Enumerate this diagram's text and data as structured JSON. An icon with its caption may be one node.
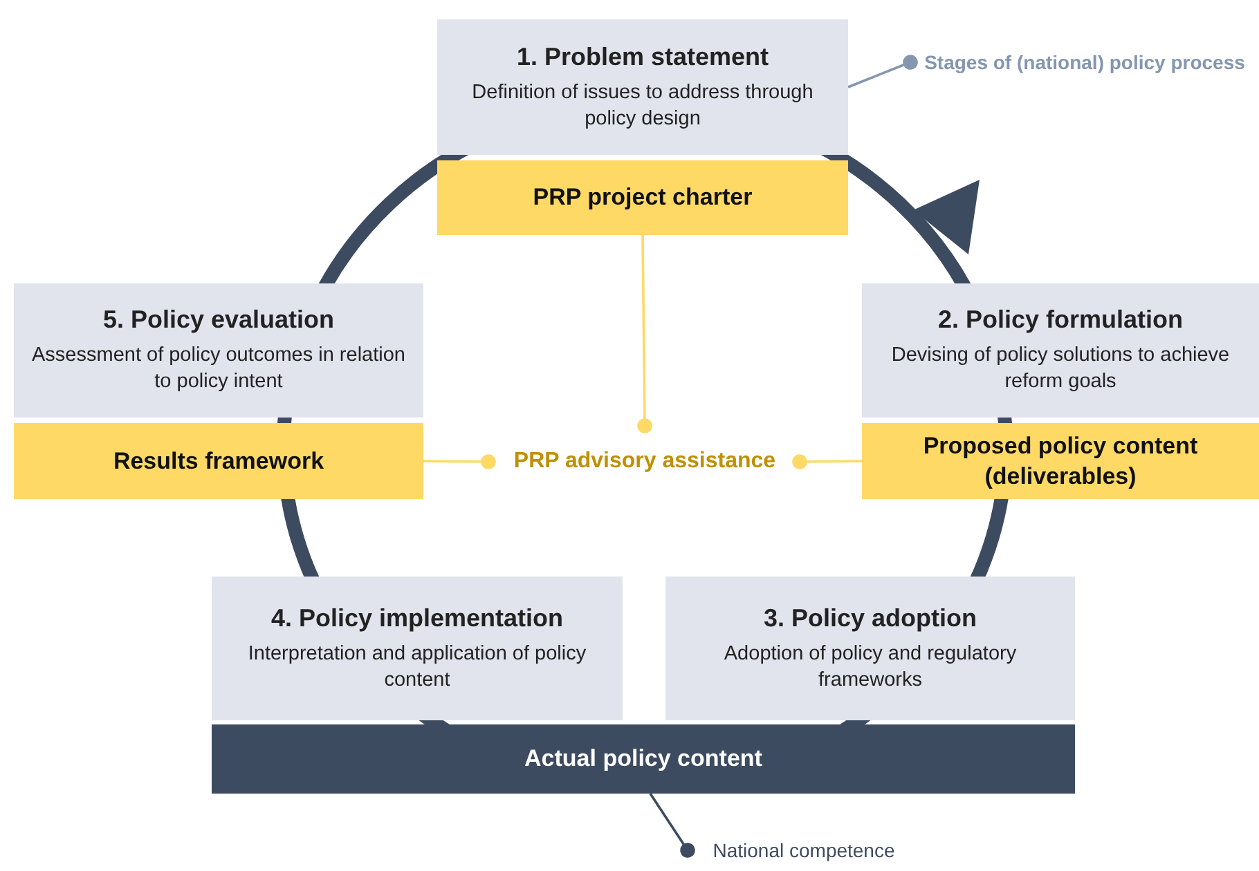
{
  "diagram": {
    "nodes": [
      {
        "text": [
          "1. Problem statement",
          "Definition of issues to address through policy design"
        ]
      },
      {
        "text": [
          "PRP project charter"
        ]
      },
      {
        "text": [
          "2. Policy formulation",
          "Devising of policy solutions to achieve reform goals"
        ]
      },
      {
        "text": [
          "Proposed policy content (deliverables)"
        ]
      },
      {
        "text": [
          "3. Policy adoption",
          "Adoption of policy and regulatory frameworks"
        ]
      },
      {
        "text": [
          "4. Policy implementation",
          "Interpretation and application of policy content"
        ]
      },
      {
        "text": [
          "Actual policy content"
        ]
      },
      {
        "text": [
          "5. Policy evaluation",
          "Assessment of policy outcomes in relation to policy intent"
        ]
      },
      {
        "text": [
          "Results framework"
        ]
      },
      {
        "text": [
          "PRP advisory assistance"
        ]
      },
      {
        "text": [
          "Stages of (national) policy process"
        ]
      },
      {
        "text": [
          "National competence"
        ]
      }
    ],
    "edges": [
      {
        "from": 1,
        "to": 9,
        "arrow": "other"
      },
      {
        "from": 8,
        "to": 9,
        "arrow": "other"
      },
      {
        "from": 3,
        "to": 9,
        "arrow": "other"
      },
      {
        "from": 10,
        "to": 0,
        "arrow": "other",
        "color": "#8496b0"
      },
      {
        "from": 11,
        "to": 6,
        "arrow": "other",
        "color": "#3d4b60"
      }
    ]
  }
}
